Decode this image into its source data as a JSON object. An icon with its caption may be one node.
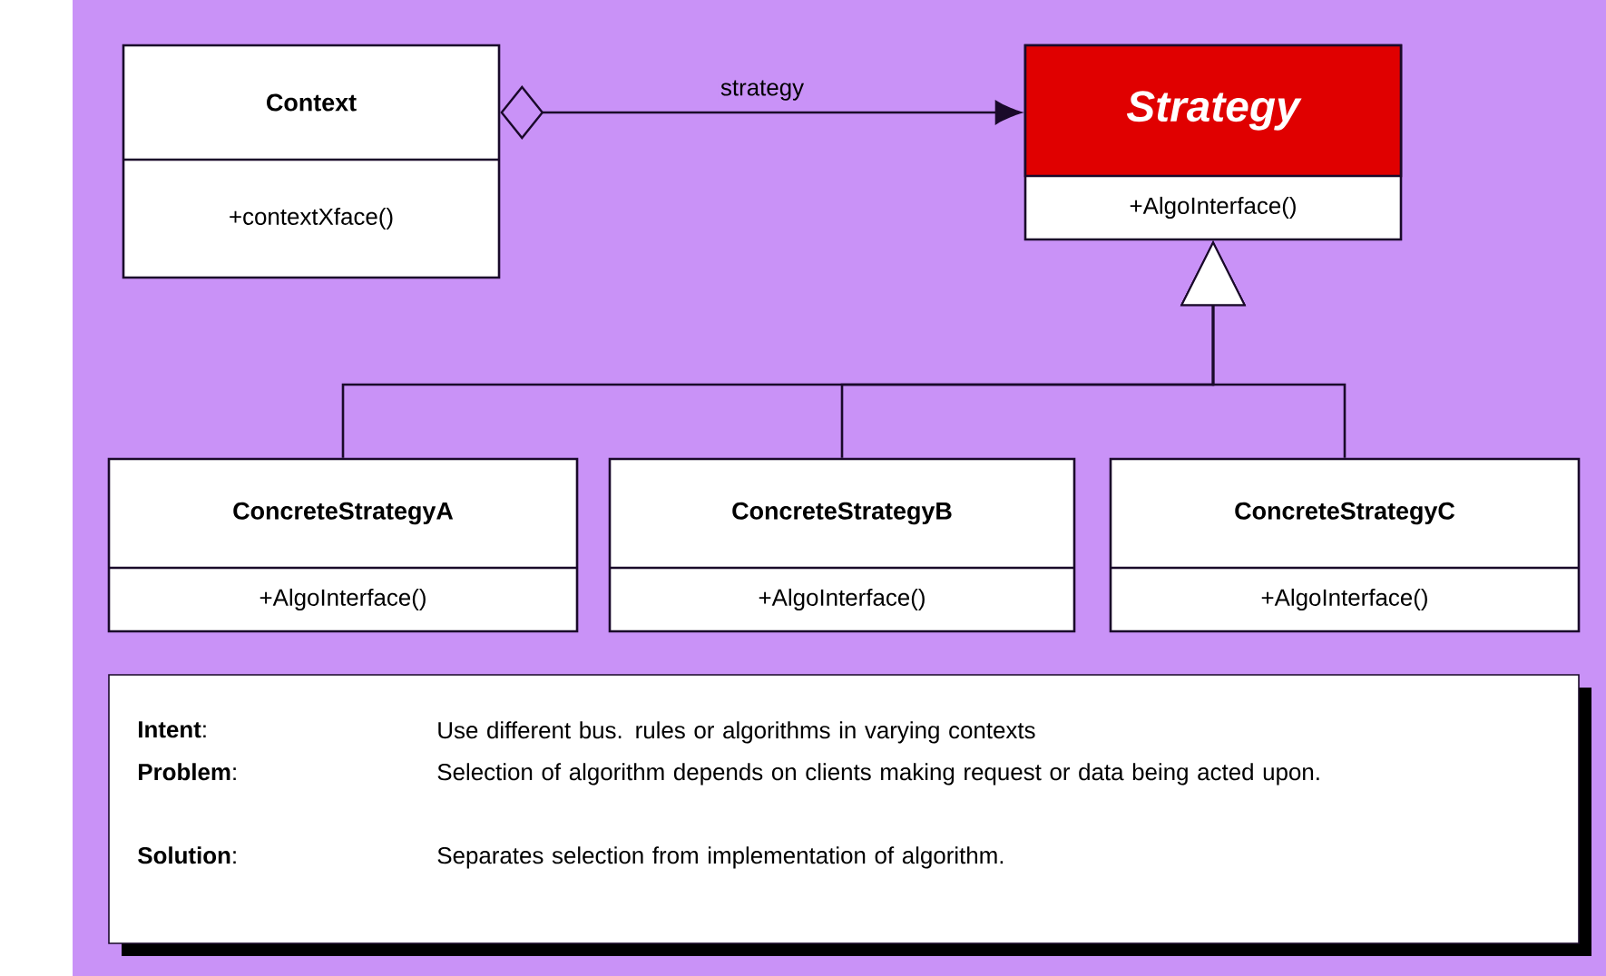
{
  "diagram": {
    "nodes": [
      {
        "text": [
          "Context",
          "+contextXface()"
        ]
      },
      {
        "text": [
          "Strategy",
          "+AlgoInterface()"
        ]
      },
      {
        "text": [
          "ConcreteStrategyA",
          "+AlgoInterface()"
        ]
      },
      {
        "text": [
          "ConcreteStrategyB",
          "+AlgoInterface()"
        ]
      },
      {
        "text": [
          "ConcreteStrategyC",
          "+AlgoInterface()"
        ]
      },
      {
        "text": [
          "**Intent**:",
          "Use different bus. rules or algorithms in varying contexts",
          "**Problem**:",
          "Selection of algorithm depends on clients making request or data being acted upon.",
          "**Solution**:",
          "Separates selection from implementation of algorithm."
        ]
      }
    ],
    "edges": [
      {
        "from": 0,
        "to": 1,
        "arrow": "to",
        "label": "strategy"
      },
      {
        "from": 2,
        "to": 1,
        "arrow": "to"
      },
      {
        "from": 3,
        "to": 1,
        "arrow": "to"
      },
      {
        "from": 4,
        "to": 1,
        "arrow": "to"
      }
    ]
  }
}
